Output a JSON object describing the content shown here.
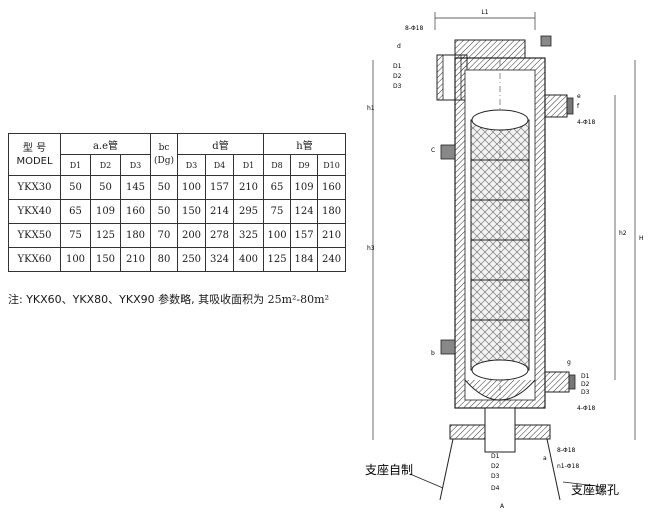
{
  "table": {
    "model_label_cn": "型 号",
    "model_label_en": "MODEL",
    "groups": [
      "a.e管",
      "bc",
      "d管",
      "h管"
    ],
    "bc_sub": "(Dg)",
    "sub_headers": [
      "D1",
      "D2",
      "D3",
      "D3",
      "D4",
      "D1",
      "D8",
      "D9",
      "D10"
    ],
    "rows": [
      [
        "YKX30",
        "50",
        "50",
        "145",
        "50",
        "100",
        "157",
        "210",
        "65",
        "109",
        "160"
      ],
      [
        "YKX40",
        "65",
        "109",
        "160",
        "50",
        "150",
        "214",
        "295",
        "75",
        "124",
        "180"
      ],
      [
        "YKX50",
        "75",
        "125",
        "180",
        "70",
        "200",
        "278",
        "325",
        "100",
        "157",
        "210"
      ],
      [
        "YKX60",
        "100",
        "150",
        "210",
        "80",
        "250",
        "324",
        "400",
        "125",
        "184",
        "240"
      ]
    ]
  },
  "note": {
    "prefix": "注: YKX60、YKX80、YKX90 参数略, 其吸收面积为",
    "range": "25m²-80m²"
  },
  "drawing": {
    "callout_left": "支座自制",
    "callout_right": "支座螺孔",
    "labels": [
      "L1",
      "8-Φ18",
      "d",
      "D1",
      "D2",
      "D3",
      "e",
      "4-Φ18",
      "C",
      "b",
      "g",
      "D1",
      "D2",
      "D3",
      "4-Φ18",
      "8-Φ18",
      "a",
      "n1-Φ18",
      "D1",
      "D2",
      "D3",
      "D4",
      "A",
      "h1",
      "h2",
      "h3",
      "H",
      "f"
    ]
  }
}
